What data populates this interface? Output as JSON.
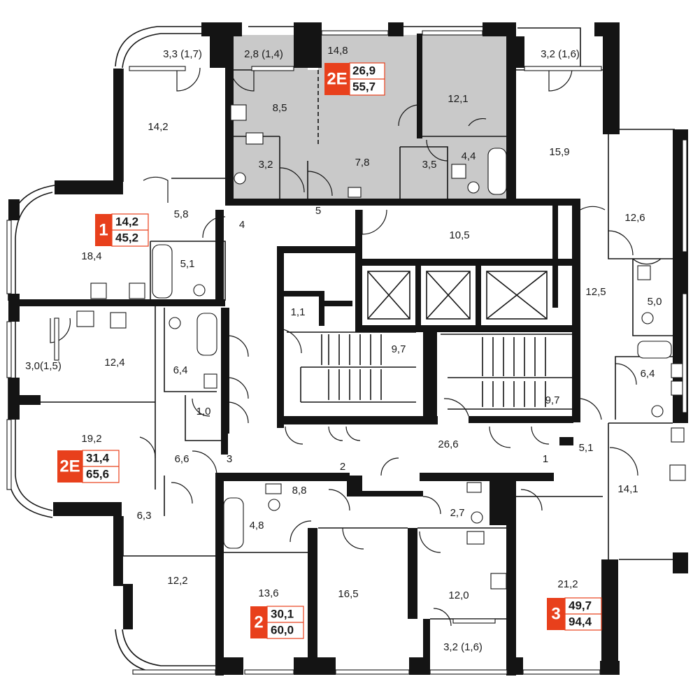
{
  "colors": {
    "wall": "#141414",
    "highlight_unit": "#c9c9c9",
    "badge": "#e8401c",
    "background": "#ffffff"
  },
  "badges": {
    "unit1": {
      "rooms": "1",
      "living": "14,2",
      "total": "45,2"
    },
    "unit2e_top": {
      "rooms": "2E",
      "living": "26,9",
      "total": "55,7"
    },
    "unit2e_left": {
      "rooms": "2E",
      "living": "31,4",
      "total": "65,6"
    },
    "unit2": {
      "rooms": "2",
      "living": "30,1",
      "total": "60,0"
    },
    "unit3": {
      "rooms": "3",
      "living": "49,7",
      "total": "94,4"
    }
  },
  "rooms": {
    "r_3_3": "3,3 (1,7)",
    "r_2_8": "2,8 (1,4)",
    "r_14_8": "14,8",
    "r_3_2_top": "3,2 (1,6)",
    "r_14_2": "14,2",
    "r_8_5": "8,5",
    "r_12_1": "12,1",
    "r_3_2_bath": "3,2",
    "r_7_8": "7,8",
    "r_3_5": "3,5",
    "r_4_4": "4,4",
    "r_15_9": "15,9",
    "r_5": "5",
    "r_4": "4",
    "r_5_8": "5,8",
    "r_12_6": "12,6",
    "r_10_5": "10,5",
    "r_18_4": "18,4",
    "r_5_1_bath": "5,1",
    "r_12_5": "12,5",
    "r_1_1": "1,1",
    "r_5_0": "5,0",
    "r_9_7_a": "9,7",
    "r_3_0": "3,0(1,5)",
    "r_12_4": "12,4",
    "r_6_4_left": "6,4",
    "r_6_4_right": "6,4",
    "r_9_7_b": "9,7",
    "r_1_0": "1,0",
    "r_19_2": "19,2",
    "r_26_6": "26,6",
    "r_5_1_right": "5,1",
    "r_6_6": "6,6",
    "r_3": "3",
    "r_2": "2",
    "r_1": "1",
    "r_14_1": "14,1",
    "r_8_8": "8,8",
    "r_6_3": "6,3",
    "r_2_7": "2,7",
    "r_4_8": "4,8",
    "r_12_2": "12,2",
    "r_21_2": "21,2",
    "r_13_6": "13,6",
    "r_16_5": "16,5",
    "r_12_0": "12,0",
    "r_3_2_bottom": "3,2 (1,6)"
  }
}
